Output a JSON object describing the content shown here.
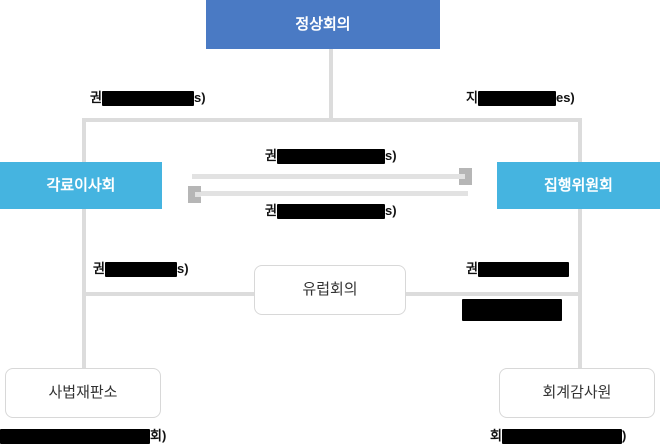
{
  "diagram": {
    "type": "organizational-hierarchy",
    "nodes": {
      "summit": {
        "label": "정상회의"
      },
      "council_of_ministers": {
        "label": "각료이사회"
      },
      "executive_committee": {
        "label": "집행위원회"
      },
      "european_parliament": {
        "label": "유럽회의"
      },
      "court_of_justice": {
        "label": "사법재판소"
      },
      "court_of_auditors": {
        "label": "회계감사원"
      }
    },
    "edge_labels": {
      "top_left": {
        "prefix": "권",
        "redacted": true,
        "suffix": "s)",
        "redaction_width": 92
      },
      "top_right": {
        "prefix": "지",
        "redacted": true,
        "suffix": "es)",
        "redaction_width": 78
      },
      "middle_upper": {
        "prefix": "권",
        "redacted": true,
        "suffix": "s)",
        "redaction_width": 108
      },
      "middle_lower": {
        "prefix": "권",
        "redacted": true,
        "suffix": "s)",
        "redaction_width": 108
      },
      "lower_left": {
        "prefix": "권",
        "redacted": true,
        "suffix": "s)",
        "redaction_width": 72
      },
      "lower_right_top": {
        "prefix": "권",
        "redacted": true,
        "suffix": "",
        "redaction_width": 91
      },
      "lower_right_bottom": {
        "prefix": "",
        "redacted": true,
        "suffix": "",
        "redaction_width": 100
      }
    },
    "captions": {
      "bottom_left": {
        "prefix": "",
        "redacted": true,
        "suffix": "회)",
        "redaction_width": 150
      },
      "bottom_right": {
        "prefix": "회",
        "redacted": true,
        "suffix": ")",
        "redaction_width": 120
      }
    },
    "colors": {
      "primary": "#4a7ac4",
      "secondary": "#45b4e0",
      "connector": "#dcdcdc",
      "arrow_track": "#e2e2e2",
      "arrow_head": "#b6b6b6",
      "outline_border": "#d8d8d8",
      "redaction": "#000000"
    }
  }
}
